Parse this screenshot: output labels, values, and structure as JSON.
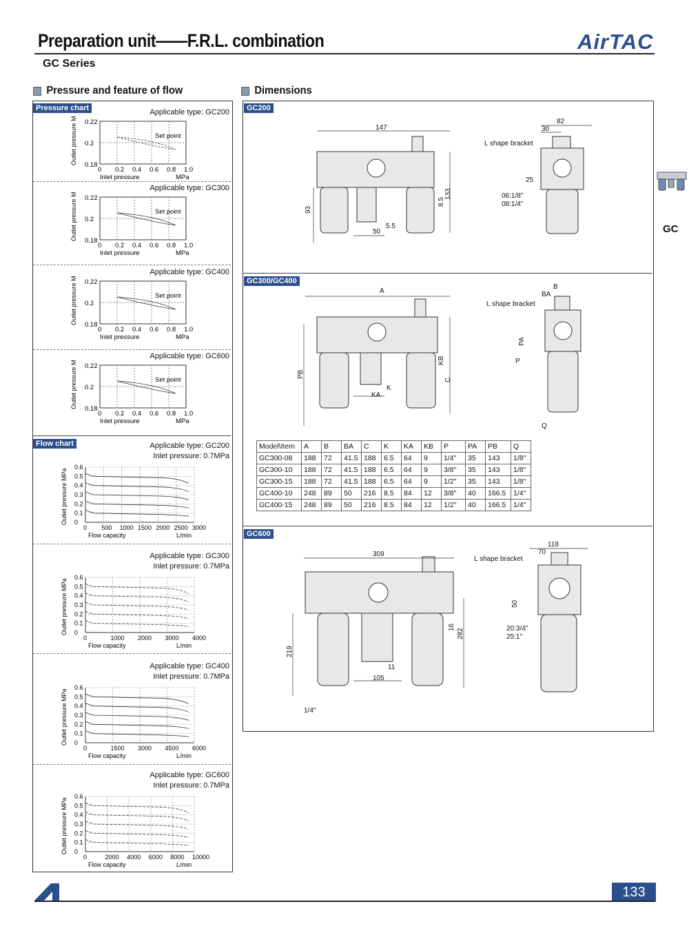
{
  "header": {
    "title": "Preparation unit——F.R.L. combination",
    "series": "GC Series",
    "brand": "AirTAC"
  },
  "left": {
    "section_title": "Pressure and feature of flow",
    "pressure_tag": "Pressure chart",
    "flow_tag": "Flow chart"
  },
  "right": {
    "section_title": "Dimensions",
    "gc200_tag": "GC200",
    "gc300_tag": "GC300/GC400",
    "gc600_tag": "GC600"
  },
  "side_label": "GC",
  "page_number": "133",
  "pressure_charts": [
    {
      "type": "Applicable type: GC200",
      "ylabel": "Outlet pressure  MPa",
      "xlabel": "Inlet pressure",
      "xunit": "MPa",
      "yticks": [
        "0.22",
        "0.2",
        "0.18"
      ],
      "xticks": [
        "0",
        "0.2",
        "0.4",
        "0.6",
        "0.8",
        "1.0"
      ],
      "annotation": "Set point",
      "ytop_text": "0.22"
    },
    {
      "type": "Applicable type: GC300",
      "ylabel": "Outlet pressure  MPa",
      "xlabel": "Inlet pressure",
      "xunit": "MPa",
      "yticks": [
        "0.22",
        "0.2",
        "0.18"
      ],
      "xticks": [
        "0",
        "0.2",
        "0.4",
        "0.6",
        "0.8",
        "1.0"
      ],
      "annotation": "Set point",
      "ytop_text": "0.22"
    },
    {
      "type": "Applicable type: GC400",
      "ylabel": "Outlet pressure  MPa",
      "xlabel": "Inlet pressure",
      "xunit": "MPa",
      "yticks": [
        "0.22",
        "0.2",
        "0.18"
      ],
      "xticks": [
        "0",
        "0.2",
        "0.4",
        "0.6",
        "0.8",
        "1.0"
      ],
      "annotation": "Set point",
      "ytop_text": "0.22"
    },
    {
      "type": "Applicable type: GC600",
      "ylabel": "Outlet pressure  MPa",
      "xlabel": "Inlet pressure",
      "xunit": "MPa",
      "yticks": [
        "0.22",
        "0.2",
        "0.18"
      ],
      "xticks": [
        "0",
        "0.2",
        "0.4",
        "0.6",
        "0.8",
        "1.0"
      ],
      "annotation": "Set point",
      "ytop_text": "0.22"
    }
  ],
  "flow_charts": [
    {
      "type": "Applicable type: GC200",
      "inlet": "Inlet pressure: 0.7MPa",
      "ylabel": "Outlet pressure  MPa",
      "xlabel": "Flow capacity",
      "xunit": "L/min",
      "yticks": [
        "0.6",
        "0.5",
        "0.4",
        "0.3",
        "0.2",
        "0.1",
        "0"
      ],
      "xticks": [
        "0",
        "500",
        "1000",
        "1500",
        "2000",
        "2500",
        "3000"
      ]
    },
    {
      "type": "Applicable type: GC300",
      "inlet": "Inlet pressure: 0.7MPa",
      "ylabel": "Outlet pressure  MPa",
      "xlabel": "Flow capacity",
      "xunit": "L/min",
      "yticks": [
        "0.6",
        "0.5",
        "0.4",
        "0.3",
        "0.2",
        "0.1",
        "0"
      ],
      "xticks": [
        "0",
        "1000",
        "2000",
        "3000",
        "4000"
      ]
    },
    {
      "type": "Applicable type: GC400",
      "inlet": "Inlet pressure: 0.7MPa",
      "ylabel": "Outlet pressure  MPa",
      "xlabel": "Flow capacity",
      "xunit": "L/min",
      "yticks": [
        "0.6",
        "0.5",
        "0.4",
        "0.3",
        "0.2",
        "0.1",
        "0"
      ],
      "xticks": [
        "0",
        "1500",
        "3000",
        "4500",
        "6000"
      ]
    },
    {
      "type": "Applicable type: GC600",
      "inlet": "Inlet pressure: 0.7MPa",
      "ylabel": "Outlet pressure  MPa",
      "xlabel": "Flow capacity",
      "xunit": "L/min",
      "yticks": [
        "0.6",
        "0.5",
        "0.4",
        "0.3",
        "0.2",
        "0.1",
        "0"
      ],
      "xticks": [
        "0",
        "2000",
        "4000",
        "6000",
        "8000",
        "10000"
      ]
    }
  ],
  "gc200_dims": {
    "w147": "147",
    "w82": "82",
    "w30": "30",
    "bracket": "L shape bracket",
    "h25": "25",
    "port1": "06:1/8\"",
    "port2": "08:1/4\"",
    "h93": "93",
    "w50": "50",
    "w55": "5.5",
    "h85": "8.5",
    "h133": "133"
  },
  "gc300_dims": {
    "A": "A",
    "B": "B",
    "BA": "BA",
    "bracket": "L shape bracket",
    "PA": "PA",
    "P": "P",
    "PB": "PB",
    "KB": "KB",
    "C": "C",
    "K": "K",
    "KA": "KA",
    "Q": "Q"
  },
  "gc600_dims": {
    "w309": "309",
    "w118": "118",
    "w70": "70",
    "bracket": "L shape bracket",
    "h50": "50",
    "port1": "20:3/4\"",
    "port2": "25:1\"",
    "h219": "219",
    "h16": "16",
    "h282": "282",
    "w11": "11",
    "w105": "105",
    "p14": "1/4\""
  },
  "dim_table": {
    "headers": [
      "Model\\Item",
      "A",
      "B",
      "BA",
      "C",
      "K",
      "KA",
      "KB",
      "P",
      "PA",
      "PB",
      "Q"
    ],
    "rows": [
      [
        "GC300-08",
        "188",
        "72",
        "41.5",
        "188",
        "6.5",
        "64",
        "9",
        "1/4\"",
        "35",
        "143",
        "1/8\""
      ],
      [
        "GC300-10",
        "188",
        "72",
        "41.5",
        "188",
        "6.5",
        "64",
        "9",
        "3/8\"",
        "35",
        "143",
        "1/8\""
      ],
      [
        "GC300-15",
        "188",
        "72",
        "41.5",
        "188",
        "6.5",
        "64",
        "9",
        "1/2\"",
        "35",
        "143",
        "1/8\""
      ],
      [
        "GC400-10",
        "248",
        "89",
        "50",
        "216",
        "8.5",
        "84",
        "12",
        "3/8\"",
        "40",
        "166.5",
        "1/4\""
      ],
      [
        "GC400-15",
        "248",
        "89",
        "50",
        "216",
        "8.5",
        "84",
        "12",
        "1/2\"",
        "40",
        "166.5",
        "1/4\""
      ]
    ]
  }
}
